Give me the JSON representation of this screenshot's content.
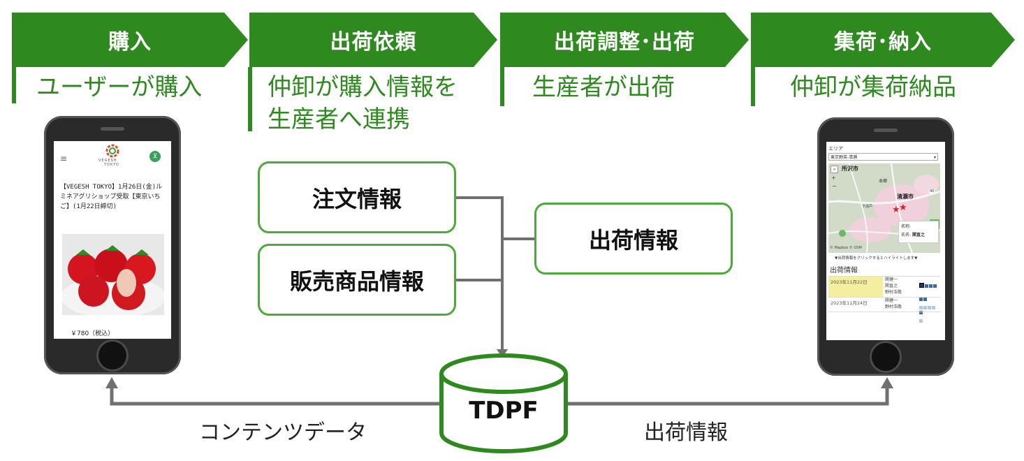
{
  "steps": [
    {
      "title": "購入",
      "desc": "ユーザーが購入"
    },
    {
      "title": "出荷依頼",
      "desc1": "仲卸が購入情報を",
      "desc2": "生産者へ連携"
    },
    {
      "title": "出荷調整･出荷",
      "desc": "生産者が出荷"
    },
    {
      "title": "集荷･納入",
      "desc": "仲卸が集荷納品"
    }
  ],
  "info_boxes": {
    "order": "注文情報",
    "product": "販売商品情報",
    "shipping": "出荷情報"
  },
  "database": {
    "label": "TDPF"
  },
  "flows": {
    "left": "コンテンツデータ",
    "right": "出荷情報"
  },
  "shop_phone": {
    "menu_icon": "hamburger-icon",
    "brand_line1": "VEGESH",
    "brand_line2": "TOKYO",
    "cart_icon": "cart-icon",
    "product_title": "【VEGESH TOKYO】1月26日(金)ルミネアグリショップ受取【東京いちご】(1月22日締切)",
    "price": "￥780（税込）"
  },
  "map_phone": {
    "area_label": "エリア",
    "area_select": "東京野菜-清瀬",
    "city1": "所沢市",
    "city2": "清瀬市",
    "town": "本郷",
    "station": "下清戸",
    "route_no": "40",
    "popup_name_label": "名称:",
    "popup_person_label": "氏名:",
    "popup_person_value": "関直之",
    "attribution": "© Mapbox © OSM",
    "hint": "▼出荷情報をクリックするとハイライトします▼",
    "section_title": "出荷情報",
    "rows": [
      {
        "date": "2023年11月22日",
        "names": [
          "関健一",
          "関直之",
          "野村浩敬"
        ]
      },
      {
        "date": "2023年11月24日",
        "names": [
          "関健一",
          "野村浩敬"
        ]
      }
    ],
    "highlight_color": "#f4eea0",
    "star_color": "#e02020"
  },
  "colors": {
    "accent": "#2e8a1f",
    "box_border": "#4caa3a",
    "connector": "#707070"
  }
}
